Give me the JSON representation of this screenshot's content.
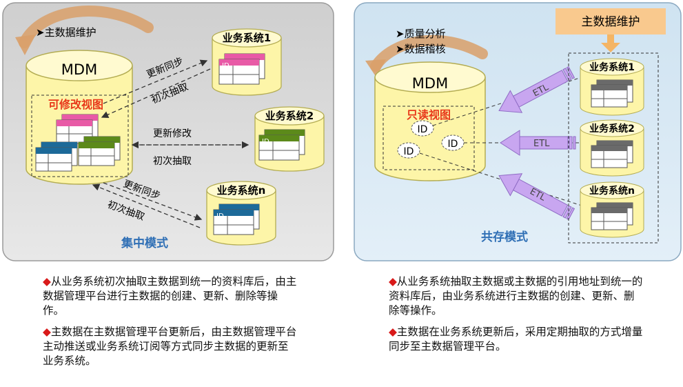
{
  "left": {
    "title_label": "集中模式",
    "maintain_label": "➤主数据维护",
    "mdm_label": "MDM",
    "view_label": "可修改视图",
    "systems": [
      "业务系统1",
      "业务系统2",
      "业务系统n"
    ],
    "arrow_labels": {
      "top_update": "更新同步",
      "top_extract": "初次抽取",
      "mid_update": "更新修改",
      "mid_extract": "初次抽取",
      "bot_update": "更新同步",
      "bot_extract": "初次抽取"
    }
  },
  "right": {
    "title_label": "共存模式",
    "maintain_box_label": "主数据维护",
    "quality_label": "➤质量分析",
    "audit_label": "➤数据稽核",
    "mdm_label": "MDM",
    "view_label": "只读视图",
    "id_label": "ID",
    "etl_label": "ETL",
    "systems": [
      "业务系统1",
      "业务系统2",
      "业务系统n"
    ]
  },
  "table_id_label": "ID",
  "captions": {
    "left": [
      "◆从业务系统初次抽取主数据到统一的资料库后，由主数据管理平台进行主数据的创建、更新、删除等操作。",
      "◆主数据在主数据管理平台更新后，由主数据管理平台主动推送或业务系统订阅等方式同步主数据的更新至业务系统。"
    ],
    "right": [
      "◆从业务系统抽取主数据或主数据的引用地址到统一的资料库后，由业务系统进行主数据的创建、更新、删除等操作。",
      "◆主数据在业务系统更新后，采用定期抽取的方式增量同步至主数据管理平台。"
    ]
  },
  "colors": {
    "left_panel_bg": "#d9d9d9",
    "right_panel_bg": "#dcebf5",
    "cylinder_fill": "#fdf5a8",
    "cylinder_stroke": "#b3ac52",
    "accent_red": "#e8381a",
    "title_blue": "#2f6fb5",
    "etl_arrow": "#c8a6f0",
    "maintain_box": "#f9c98e",
    "pink": "#e85aa6",
    "green": "#5c8a1a",
    "teal": "#1d6a99",
    "gray": "#6a6a6a"
  }
}
